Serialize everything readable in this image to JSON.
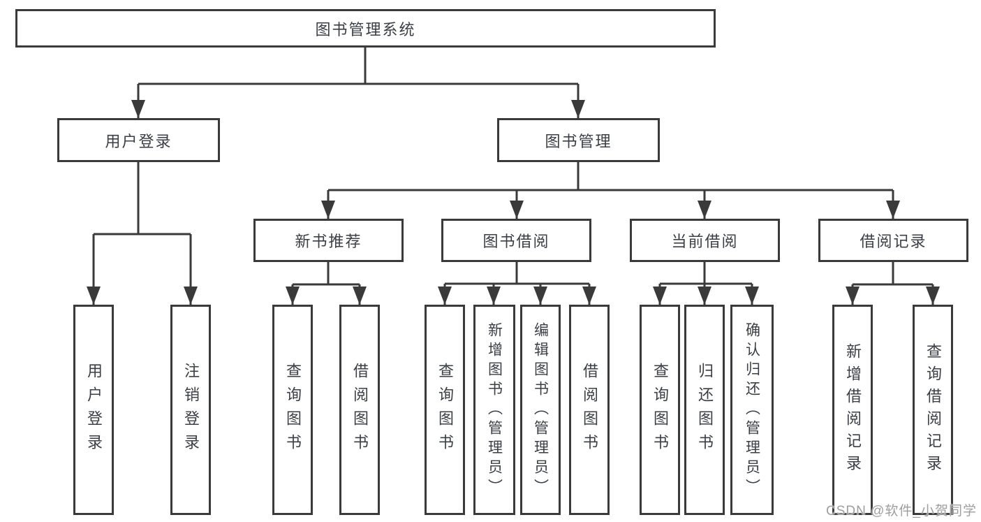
{
  "tree": {
    "label": "图书管理系统",
    "children": [
      {
        "label": "用户登录",
        "children": [
          {
            "label": "用户登录"
          },
          {
            "label": "注销登录"
          }
        ]
      },
      {
        "label": "图书管理",
        "children": [
          {
            "label": "新书推荐",
            "children": [
              {
                "label": "查询图书"
              },
              {
                "label": "借阅图书"
              }
            ]
          },
          {
            "label": "图书借阅",
            "children": [
              {
                "label": "查询图书"
              },
              {
                "label": "新增图书（管理员）"
              },
              {
                "label": "编辑图书（管理员）"
              },
              {
                "label": "借阅图书"
              }
            ]
          },
          {
            "label": "当前借阅",
            "children": [
              {
                "label": "查询图书"
              },
              {
                "label": "归还图书"
              },
              {
                "label": "确认归还（管理员）"
              }
            ]
          },
          {
            "label": "借阅记录",
            "children": [
              {
                "label": "新增借阅记录"
              },
              {
                "label": "查询借阅记录"
              }
            ]
          }
        ]
      }
    ]
  },
  "watermark": {
    "text": "CSDN @软件_小贺同学"
  },
  "colors": {
    "line": "#3a3a3a",
    "box_border": "#3a3a3a",
    "text": "#3b3e44",
    "watermark": "#9e9e9e",
    "background": "#ffffff"
  }
}
